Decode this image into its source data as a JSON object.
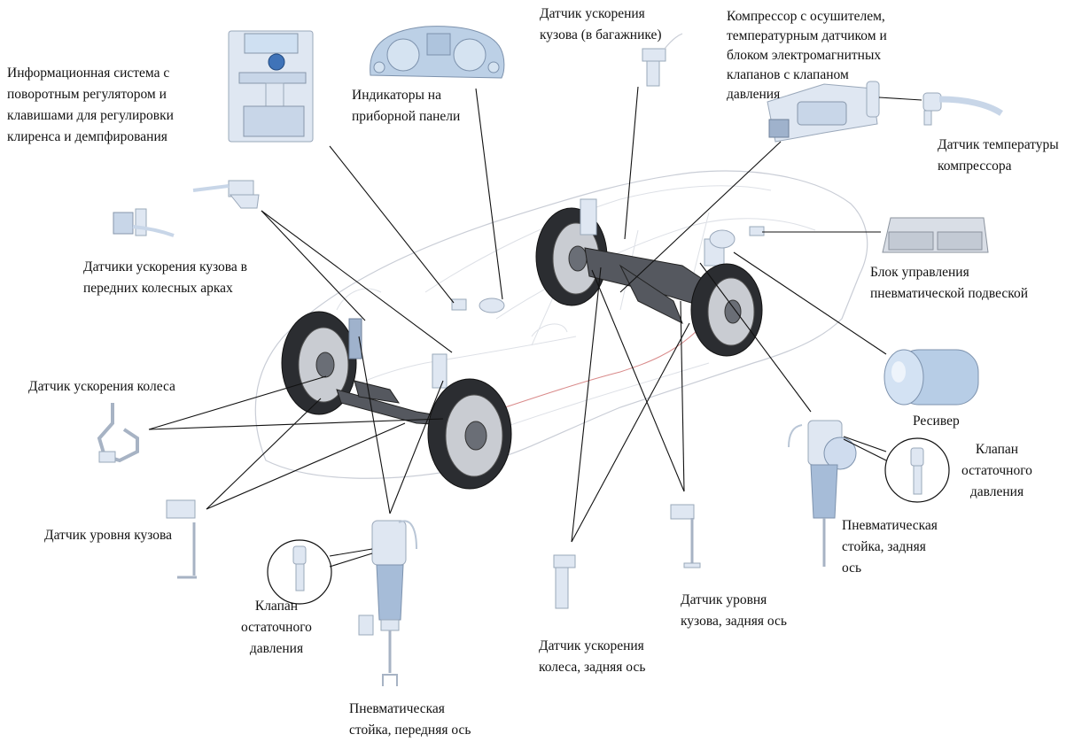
{
  "diagram": {
    "subject": "Пневматическая подвеска автомобиля — расположение компонентов",
    "labels": {
      "info_system": "Информационная система с\nповоротным регулятором и\nклавишами для регулировки\nклиренса и демпфирования",
      "dashboard_indicators": "Индикаторы на\nприборной панели",
      "trunk_accel_sensor": "Датчик ускорения\nкузова (в багажнике)",
      "compressor": "Компрессор с осушителем,\nтемпературным датчиком и\nблоком электромагнитных\nклапанов с клапаном\nдавления",
      "compressor_temp_sensor": "Датчик температуры\nкомпрессора",
      "control_unit": "Блок управления\nпневматической подвеской",
      "front_arch_accel_sensors": "Датчики ускорения кузова в\nпередних колесных арках",
      "receiver": "Ресивер",
      "wheel_accel_sensor": "Датчик ускорения колеса",
      "rear_residual_valve": "Клапан\nостаточного\nдавления",
      "rear_strut": "Пневматическая\nстойка, задняя\nось",
      "body_level_sensor": "Датчик уровня кузова",
      "front_residual_valve": "Клапан\nостаточного\nдавления",
      "rear_body_level_sensor": "Датчик уровня\nкузова, задняя ось",
      "rear_wheel_accel_sensor": "Датчик ускорения\nколеса, задняя ось",
      "front_strut": "Пневматическая\nстойка, передняя ось"
    }
  }
}
